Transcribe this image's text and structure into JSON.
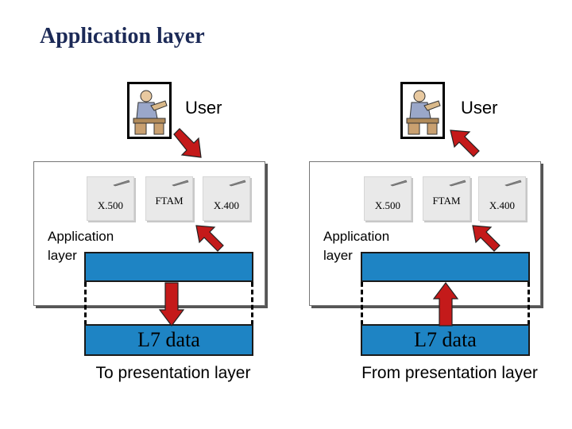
{
  "title": "Application layer",
  "left": {
    "user_label": "User",
    "tiles": [
      "X.500",
      "FTAM",
      "X.400"
    ],
    "app_label": "Application layer",
    "data_label": "L7 data",
    "caption": "To presentation layer"
  },
  "right": {
    "user_label": "User",
    "tiles": [
      "X.500",
      "FTAM",
      "X.400"
    ],
    "app_label": "Application layer",
    "data_label": "L7 data",
    "caption": "From presentation layer"
  },
  "colors": {
    "layer_blue": "#1e84c4",
    "arrow_red": "#c41a1a",
    "title_navy": "#1c2a57"
  }
}
